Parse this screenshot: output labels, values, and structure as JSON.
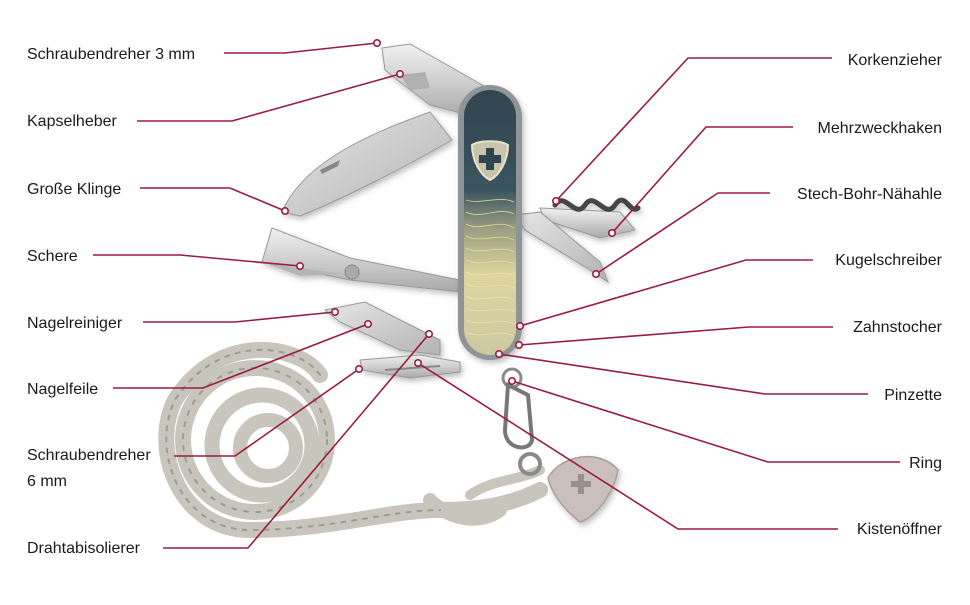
{
  "colors": {
    "leader": "#9b1b3f",
    "dot_fill": "#ffffff",
    "handle_dark": "#2f4550",
    "handle_light": "#e7e1a8",
    "tool_steel": "#c9c9c9",
    "cord": "#c7c5bc"
  },
  "icons": {
    "emblem": "swiss-cross-shield-icon",
    "tag": "swiss-cross-tag-icon"
  },
  "labels_left": [
    {
      "id": "schraubendreher-3mm",
      "text": "Schraubendreher 3 mm"
    },
    {
      "id": "kapselheber",
      "text": "Kapselheber"
    },
    {
      "id": "grosse-klinge",
      "text": "Große Klinge"
    },
    {
      "id": "schere",
      "text": "Schere"
    },
    {
      "id": "nagelreiniger",
      "text": "Nagelreiniger"
    },
    {
      "id": "nagelfeile",
      "text": "Nagelfeile"
    },
    {
      "id": "schraubendreher-6mm",
      "text": "Schraubendreher",
      "text2": "6 mm"
    },
    {
      "id": "drahtabisolierer",
      "text": "Drahtabisolierer"
    }
  ],
  "labels_right": [
    {
      "id": "korkenzieher",
      "text": "Korkenzieher"
    },
    {
      "id": "mehrzweckhaken",
      "text": "Mehrzweckhaken"
    },
    {
      "id": "stech-bohr-naehahle",
      "text": "Stech-Bohr-Nähahle"
    },
    {
      "id": "kugelschreiber",
      "text": "Kugelschreiber"
    },
    {
      "id": "zahnstocher",
      "text": "Zahnstocher"
    },
    {
      "id": "pinzette",
      "text": "Pinzette"
    },
    {
      "id": "ring",
      "text": "Ring"
    },
    {
      "id": "kistenoeffner",
      "text": "Kistenöffner"
    }
  ]
}
